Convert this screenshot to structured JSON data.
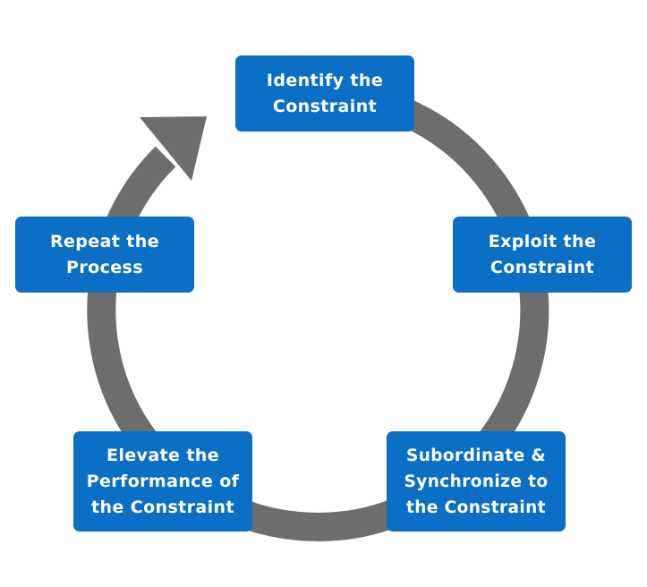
{
  "colors": {
    "box_fill": "#0b6fc6",
    "box_text": "#ffffff",
    "ring": "#6d6d6d",
    "background": "#ffffff"
  },
  "diagram": {
    "type": "cycle",
    "connector": "arrow-circle",
    "steps": [
      {
        "label": "Identify the\nConstraint"
      },
      {
        "label": "Exploit the\nConstraint"
      },
      {
        "label": "Subordinate &\nSynchronize to\nthe Constraint"
      },
      {
        "label": "Elevate the\nPerformance of\nthe Constraint"
      },
      {
        "label": "Repeat the\nProcess"
      }
    ]
  }
}
